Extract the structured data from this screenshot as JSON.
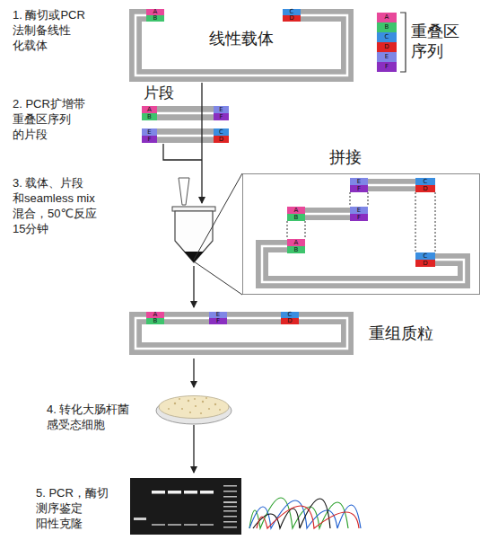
{
  "diagram": {
    "nodes": [
      {
        "text": [
          "线性载体"
        ]
      },
      {
        "text": [
          "拼接"
        ]
      },
      {
        "text": [
          "重组质粒"
        ]
      }
    ],
    "labels": [
      "1. 酶切或PCR 法制备线性 化载体",
      "A",
      "B",
      "C",
      "D",
      "A",
      "B",
      "C",
      "D",
      "E",
      "F",
      "重叠区 序列",
      "片段",
      "2. PCR扩增带 重叠区序列 的片段",
      "A",
      "E",
      "B",
      "F",
      "E",
      "C",
      "F",
      "D",
      "3. 载体、片段 和seamless mix 混合，50℃反应 15分钟",
      "E",
      "C",
      "F",
      "D",
      "A",
      "E",
      "B",
      "F",
      "A",
      "B",
      "C",
      "D",
      "A",
      "E",
      "C",
      "B",
      "F",
      "D",
      "4. 转化大肠杆菌 感受态细胞",
      "5. PCR，酶切 测序鉴定 阳性克隆"
    ]
  }
}
